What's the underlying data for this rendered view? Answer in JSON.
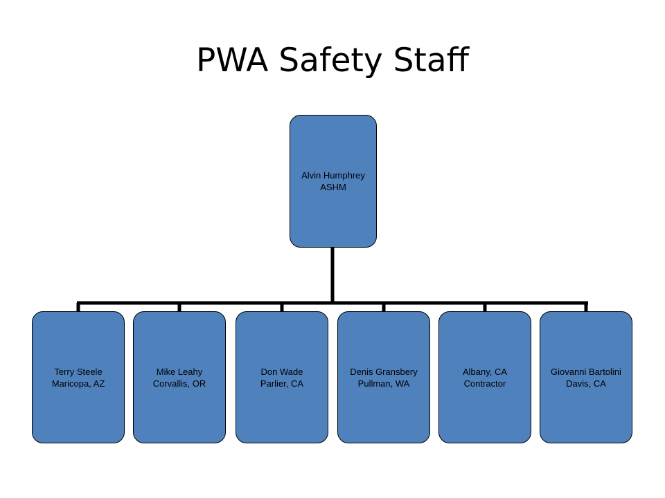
{
  "slide": {
    "title": "PWA Safety Staff"
  },
  "colors": {
    "box_fill": "#4f81bd",
    "box_border": "#000000",
    "connector": "#000000",
    "text": "#000000",
    "background": "#ffffff"
  },
  "org_chart": {
    "root": {
      "lines": [
        "Alvin Humphrey",
        "ASHM"
      ]
    },
    "children": [
      {
        "lines": [
          "Terry Steele",
          "Maricopa, AZ"
        ]
      },
      {
        "lines": [
          "Mike Leahy",
          "Corvallis, OR"
        ]
      },
      {
        "lines": [
          "Don Wade",
          "Parlier, CA"
        ]
      },
      {
        "lines": [
          "Denis Gransbery",
          "Pullman, WA"
        ]
      },
      {
        "lines": [
          "Albany, CA",
          "Contractor"
        ]
      },
      {
        "lines": [
          "Giovanni Bartolini",
          "Davis, CA"
        ]
      }
    ]
  }
}
